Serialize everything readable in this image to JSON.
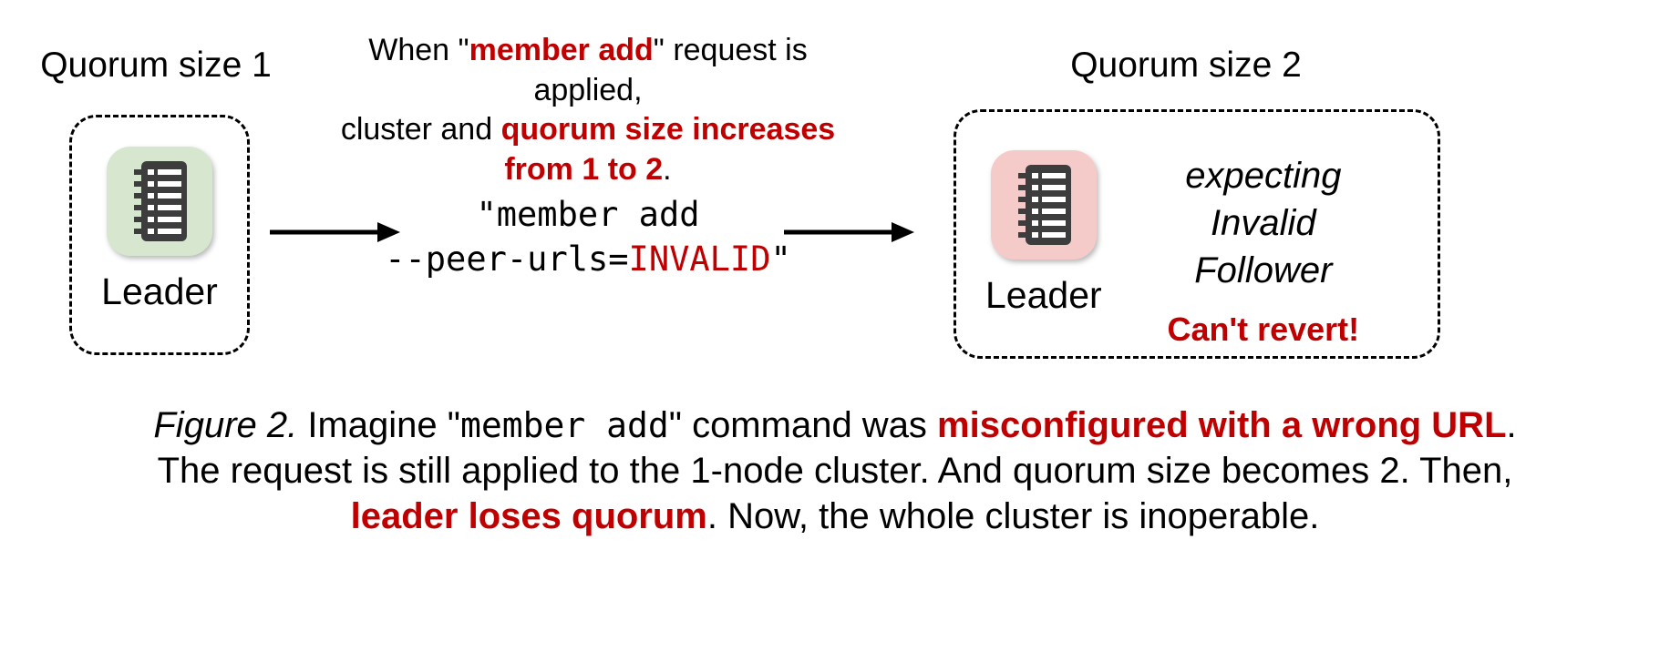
{
  "colors": {
    "red_text": "#c00000",
    "green_icon_bg": "#d7e7cf",
    "red_icon_bg": "#f5cbca",
    "icon_dark": "#3d3d3d",
    "icon_lines": "#ffffff",
    "arrow": "#000000"
  },
  "left_cluster": {
    "title": "Quorum size 1",
    "node_label": "Leader"
  },
  "note": {
    "l1a": "When \"",
    "l1b": "member add",
    "l1c": "\" request is applied,",
    "l2a": "cluster and ",
    "l2b": "quorum size increases",
    "l3a": "from 1 to 2",
    "l3b": "."
  },
  "command": {
    "line1": "\"member add",
    "l2a": "--peer-urls=",
    "l2b": "INVALID",
    "l2c": "\""
  },
  "right_cluster": {
    "title": "Quorum size 2",
    "node_label": "Leader",
    "expecting_line1": "expecting",
    "expecting_line2": "Invalid",
    "expecting_line3": "Follower",
    "warning": "Can't revert!"
  },
  "caption": {
    "fig": "Figure 2.",
    "l1a": " Imagine \"",
    "l1code": "member add",
    "l1b": "\" command was ",
    "l1red": "misconfigured with a wrong URL",
    "l1c": ".",
    "line2": "The request is still applied to the 1-node cluster. And quorum size becomes 2. Then,",
    "l3red": "leader loses quorum",
    "l3a": ". Now, the whole cluster is inoperable."
  }
}
